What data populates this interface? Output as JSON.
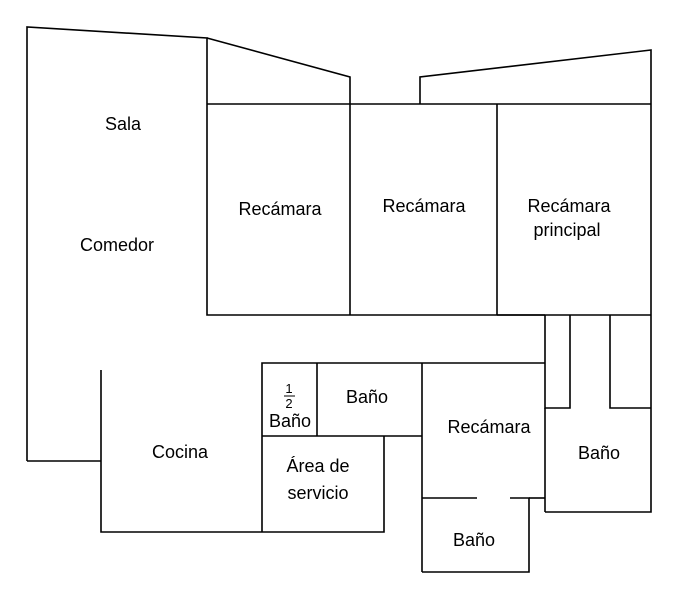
{
  "floor_plan": {
    "rooms": {
      "sala": "Sala",
      "comedor": "Comedor",
      "recamara_1": "Recámara",
      "recamara_2": "Recámara",
      "recamara_principal_line1": "Recámara",
      "recamara_principal_line2": "principal",
      "medio_bano_num": "1",
      "medio_bano_den": "2",
      "medio_bano_label": "Baño",
      "bano_centro": "Baño",
      "recamara_3": "Recámara",
      "bano_derecha": "Baño",
      "cocina": "Cocina",
      "area_servicio_line1": "Área de",
      "area_servicio_line2": "servicio",
      "bano_inferior": "Baño"
    },
    "colors": {
      "wall": "#000000",
      "background": "#ffffff"
    }
  }
}
